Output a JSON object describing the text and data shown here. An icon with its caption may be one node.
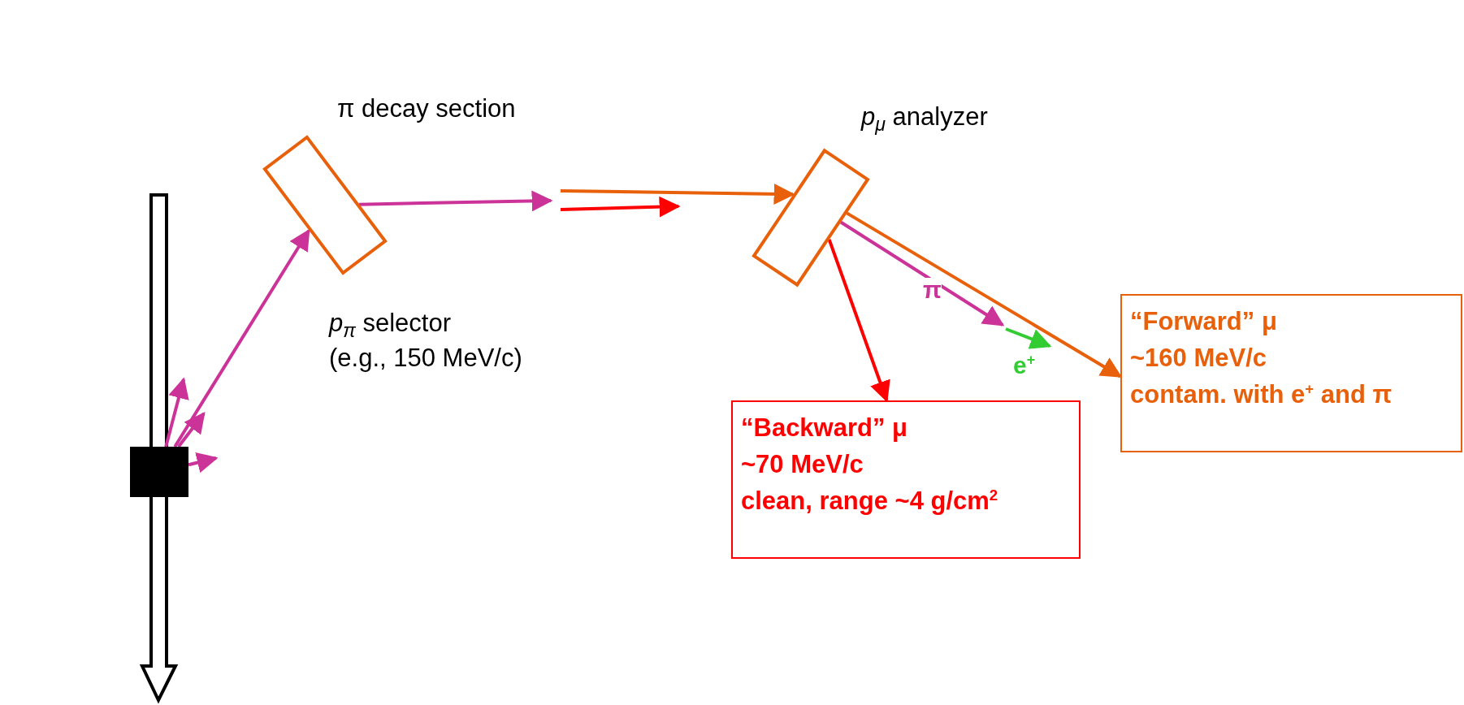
{
  "diagram": {
    "nodes": [
      {
        "text": [],
        "shape": "box",
        "beside": [
          "π decay section",
          "*p*$_{π}$ selector",
          "(e.g., 150 MeV/c)"
        ]
      },
      {
        "text": [],
        "shape": "box",
        "beside": [
          "*p*$_{μ}$ analyzer"
        ]
      },
      {
        "text": [
          "“Forward” μ",
          "~160 MeV/c",
          "contam. with e$^{+}$ and π"
        ]
      },
      {
        "text": [
          "“Backward” μ",
          "~70 MeV/c",
          "clean, range ~4 g/cm$^{2}$"
        ]
      },
      {
        "text": [],
        "shape": "box"
      }
    ],
    "edges": [
      {
        "from": 4,
        "to": 0,
        "arrow": "to"
      },
      {
        "from": 4,
        "to": null,
        "arrow": "to"
      },
      {
        "from": 4,
        "to": null,
        "arrow": "to"
      },
      {
        "from": 4,
        "to": null,
        "arrow": "to"
      },
      {
        "from": 0,
        "to": null,
        "arrow": "to"
      },
      {
        "from": null,
        "to": 1,
        "arrow": "to",
        "color": "#e8600a"
      },
      {
        "from": 1,
        "to": 3,
        "arrow": "to",
        "color": "#ff0000"
      },
      {
        "from": 1,
        "to": null,
        "arrow": "to",
        "label": "π"
      },
      {
        "from": 1,
        "to": 2,
        "arrow": "to",
        "color": "#e8600a"
      }
    ],
    "labels": [
      "e$^{+}$"
    ]
  }
}
